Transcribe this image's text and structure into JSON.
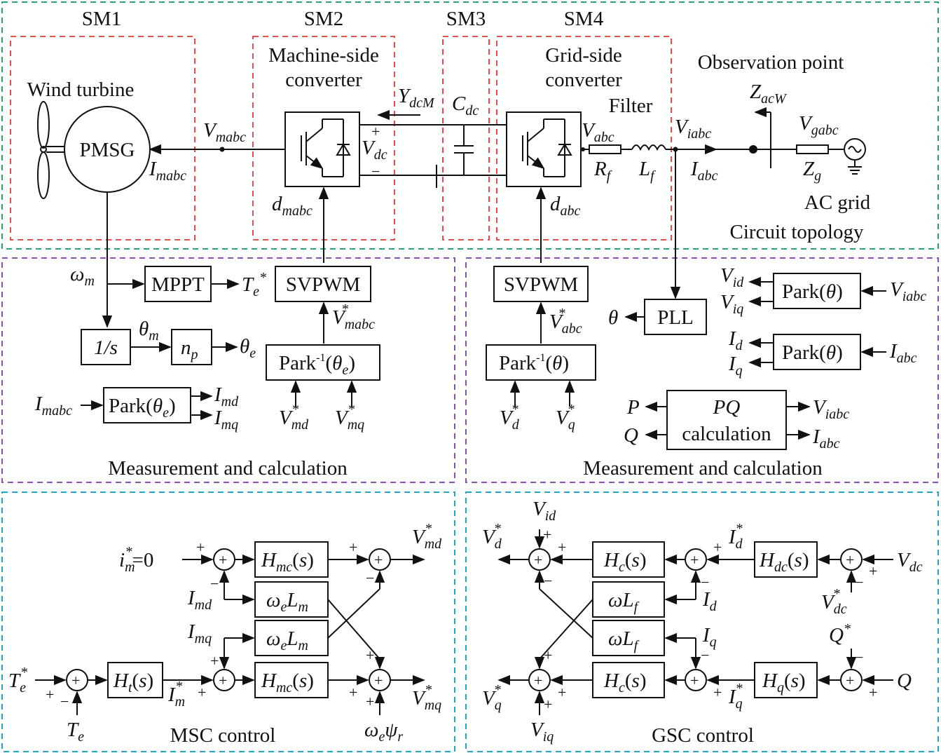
{
  "regions": {
    "sm1": "SM1",
    "sm2": "SM2",
    "sm3": "SM3",
    "sm4": "SM4",
    "circuit_topology": "Circuit topology",
    "meas_left": "Measurement and calculation",
    "meas_right": "Measurement and calculation",
    "msc_control": "MSC control",
    "gsc_control": "GSC control"
  },
  "components": {
    "wind_turbine": "Wind turbine",
    "pmsg": "PMSG",
    "msc_line1": "Machine-side",
    "msc_line2": "converter",
    "gsc_line1": "Grid-side",
    "gsc_line2": "converter",
    "filter": "Filter",
    "observation_point": "Observation point",
    "ac_grid": "AC grid"
  },
  "blocks": {
    "mppt": "MPPT",
    "svpwm_left": "SVPWM",
    "svpwm_right": "SVPWM",
    "integrator": "1/s",
    "pll": "PLL",
    "pq_line1": "PQ",
    "pq_line2": "calculation"
  },
  "signals": {
    "i_m_ref_zero": "=0"
  }
}
